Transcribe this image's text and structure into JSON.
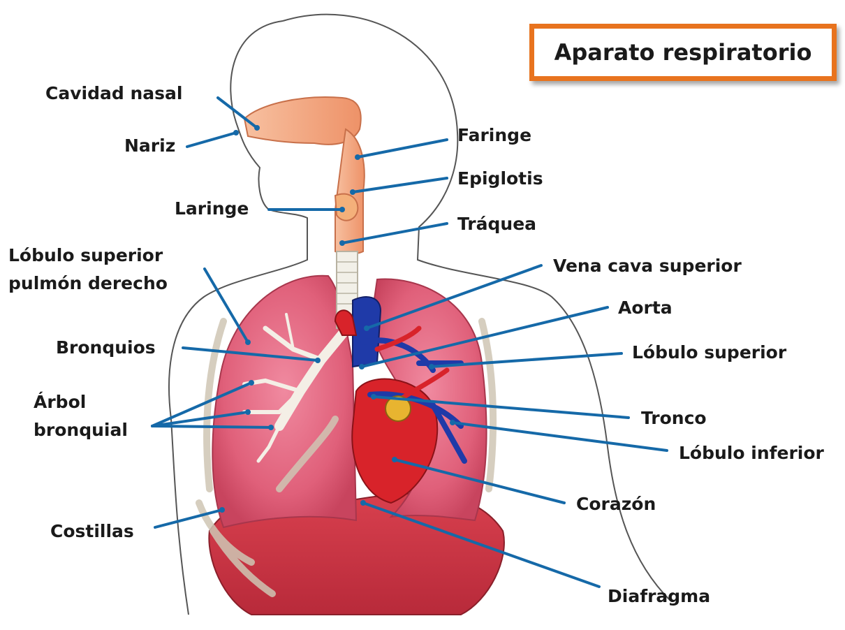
{
  "title": "Aparato respiratorio",
  "colors": {
    "leader": "#1569a8",
    "title_border": "#e8731e",
    "lung": "#e0607a",
    "heart": "#d8232a",
    "vein": "#1f3aa8",
    "airway": "#f2a47a"
  },
  "labels": {
    "cavidad_nasal": "Cavidad nasal",
    "nariz": "Nariz",
    "faringe": "Faringe",
    "epiglotis": "Epiglotis",
    "laringe": "Laringe",
    "traquea": "Tráquea",
    "lobulo_superior_derecho_1": "Lóbulo superior",
    "lobulo_superior_derecho_2": "pulmón derecho",
    "vena_cava": "Vena cava superior",
    "aorta": "Aorta",
    "bronquios": "Bronquios",
    "lobulo_superior": "Lóbulo superior",
    "arbol_1": "Árbol",
    "arbol_2": "bronquial",
    "tronco": "Tronco",
    "lobulo_inferior": "Lóbulo inferior",
    "corazon": "Corazón",
    "costillas": "Costillas",
    "diafragma": "Diafragma"
  }
}
